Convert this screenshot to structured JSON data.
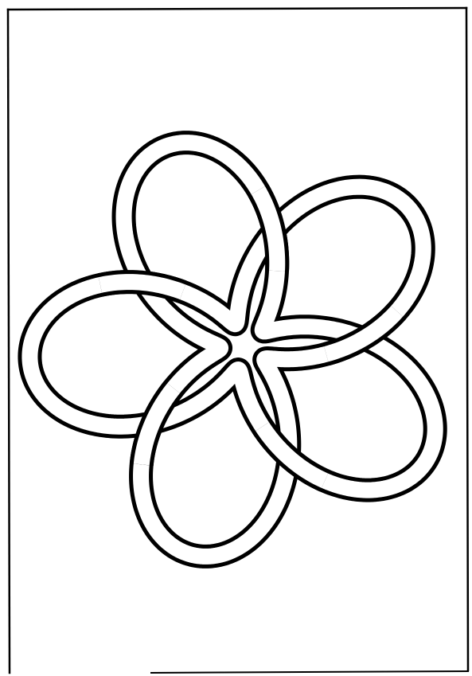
{
  "figure": {
    "type": "knot-diagram",
    "knot": "cinquefoil",
    "lobes": 5,
    "crossings": 5,
    "style": "outlined ribbon (double line)",
    "has_frame": true,
    "has_text": false
  },
  "colors": {
    "background": "#ffffff",
    "ink": "#000000",
    "ribbon_fill": "#ffffff"
  }
}
